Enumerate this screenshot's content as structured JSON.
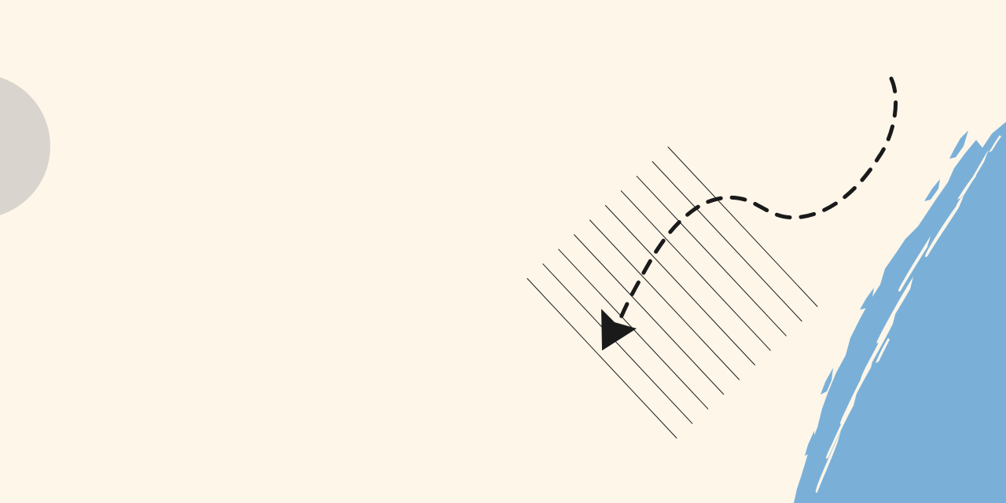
{
  "colors": {
    "background": "#fdf6e9",
    "circle": "#d9d5ce",
    "ink": "#1a1a1a",
    "water": "#7ab0d8",
    "foam": "#fdf6e9"
  },
  "elements": {
    "circle": "grey-circle",
    "hatch": "diagonal-hatch-lines",
    "path": "dashed-curved-path",
    "arrowhead": "arrowhead-icon",
    "water": "brush-stroke-blue-area"
  }
}
